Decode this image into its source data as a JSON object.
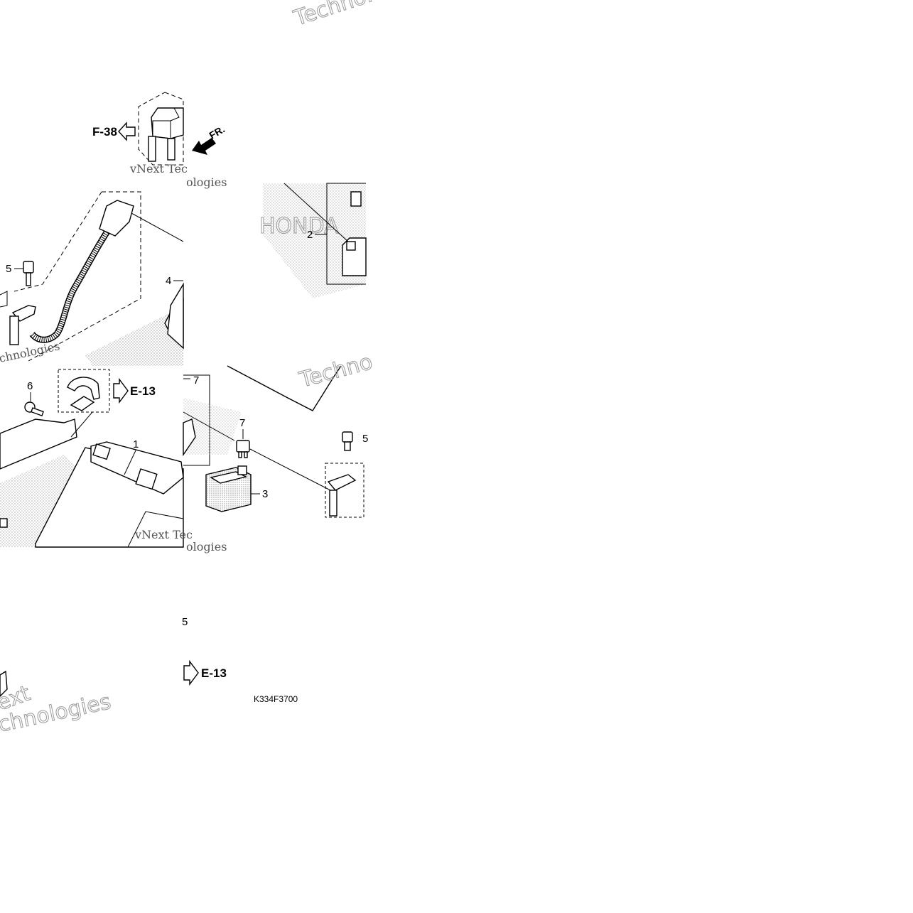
{
  "diagram": {
    "callouts": {
      "c1": "1",
      "c2": "2",
      "c3": "3",
      "c4": "4",
      "c5a": "5",
      "c5b": "5",
      "c5c": "5",
      "c6": "6",
      "c7a": "7",
      "c7b": "7"
    },
    "refs": {
      "f38": "F-38",
      "e13a": "E-13",
      "e13b": "E-13",
      "front": "FR."
    },
    "code": "K334F3700",
    "watermarks": {
      "w1": "Technologies",
      "w2": "vNext Tec",
      "w3": "Technologies",
      "w4": "chnologies",
      "w5": "Techno",
      "w6": "vNext Tec",
      "w7": "ologies",
      "w8": "ext",
      "w9": "chnologies",
      "honda": "HONDA"
    }
  }
}
